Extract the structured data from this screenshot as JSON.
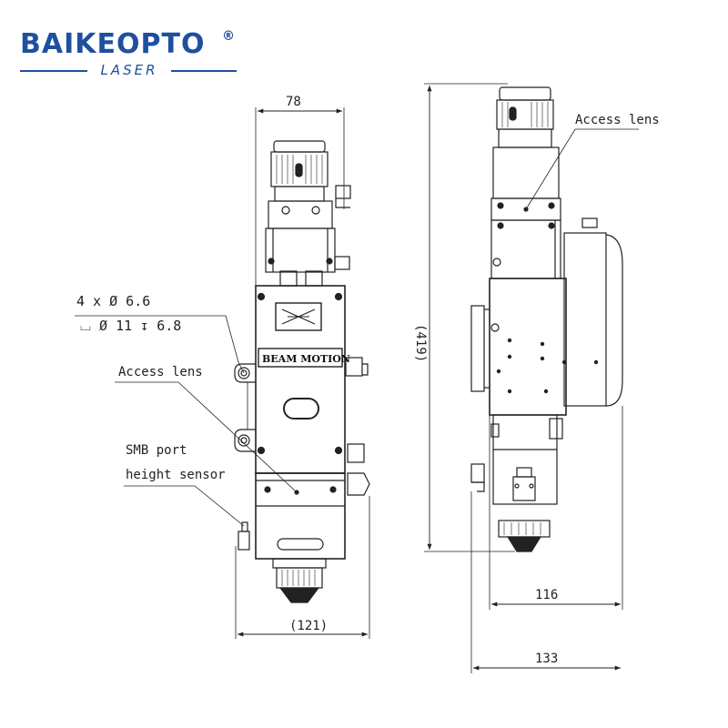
{
  "brand": {
    "name": "BAIKEOPTO",
    "registered": "®",
    "subtitle": "LASER",
    "color": "#1f4fa0"
  },
  "drawing": {
    "front_view": {
      "width_top": "78",
      "width_overall": "(121)",
      "hole_spec_line1": "4 x Ø 6.6",
      "hole_spec_line2": "⌴ Ø 11 ↧ 6.8",
      "label_access_lens": "Access lens",
      "label_smb_line1": "SMB port",
      "label_smb_line2": "height sensor",
      "plate_text": "BEAM MOTION"
    },
    "side_view": {
      "height_overall": "(419)",
      "depth_body": "116",
      "depth_overall": "133",
      "label_access_lens": "Access lens"
    }
  }
}
